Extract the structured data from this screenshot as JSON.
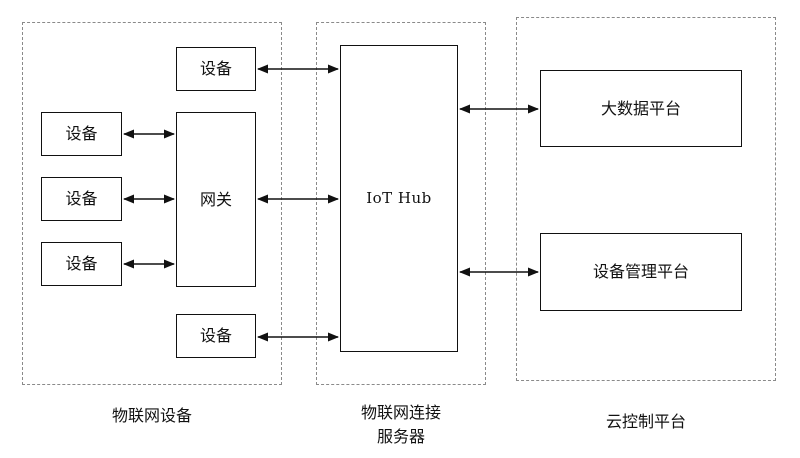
{
  "groups": {
    "devices_label": "物联网设备",
    "connection_label_line1": "物联网连接",
    "connection_label_line2": "服务器",
    "cloud_label": "云控制平台"
  },
  "nodes": {
    "device_top": "设备",
    "device_left_1": "设备",
    "device_left_2": "设备",
    "device_left_3": "设备",
    "device_bottom": "设备",
    "gateway": "网关",
    "hub": "IoT Hub",
    "big_data": "大数据平台",
    "device_management": "设备管理平台"
  },
  "connections": [
    {
      "from": "device_top",
      "to": "hub",
      "type": "bidirectional"
    },
    {
      "from": "device_left_1",
      "to": "gateway",
      "type": "bidirectional"
    },
    {
      "from": "device_left_2",
      "to": "gateway",
      "type": "bidirectional"
    },
    {
      "from": "device_left_3",
      "to": "gateway",
      "type": "bidirectional"
    },
    {
      "from": "gateway",
      "to": "hub",
      "type": "bidirectional"
    },
    {
      "from": "device_bottom",
      "to": "hub",
      "type": "bidirectional"
    },
    {
      "from": "hub",
      "to": "big_data",
      "type": "bidirectional"
    },
    {
      "from": "hub",
      "to": "device_management",
      "type": "bidirectional"
    }
  ]
}
